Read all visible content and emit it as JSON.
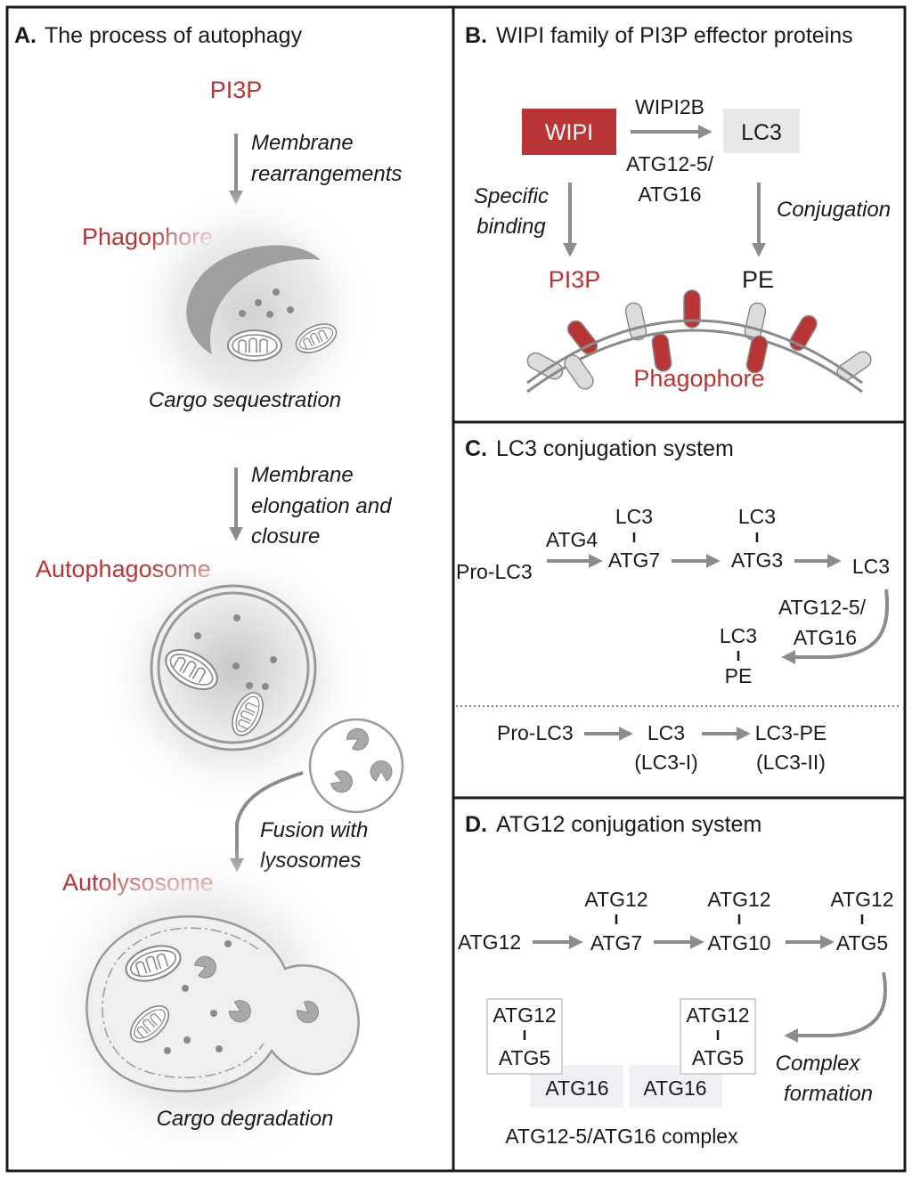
{
  "panel_a": {
    "letter": "A.",
    "title": "The process of autophagy",
    "pi3p": "PI3P",
    "step1": [
      "Membrane",
      "rearrangements"
    ],
    "phagophore": "Phagophore",
    "cargo_seq": "Cargo sequestration",
    "step2": [
      "Membrane",
      "elongation and",
      "closure"
    ],
    "autophagosome": "Autophagosome",
    "fusion": [
      "Fusion with",
      "lysosomes"
    ],
    "autolysosome": "Autolysosome",
    "cargo_deg": "Cargo degradation"
  },
  "panel_b": {
    "letter": "B.",
    "title": "WIPI family of PI3P effector proteins",
    "wipi": "WIPI",
    "lc3": "LC3",
    "wipi2b": "WIPI2B",
    "atg_label": [
      "ATG12-5/",
      "ATG16"
    ],
    "specific": [
      "Specific",
      "binding"
    ],
    "conjugation": "Conjugation",
    "pi3p": "PI3P",
    "pe": "PE",
    "phagophore": "Phagophore"
  },
  "panel_c": {
    "letter": "C.",
    "title": "LC3 conjugation system",
    "pro_lc3": "Pro-LC3",
    "atg4": "ATG4",
    "lc3_a": "LC3",
    "atg7": "ATG7",
    "lc3_b": "LC3",
    "atg3": "ATG3",
    "lc3_c": "LC3",
    "atg_label": [
      "ATG12-5/",
      "ATG16"
    ],
    "lc3_pe_top": "LC3",
    "lc3_pe_bot": "PE",
    "pro_lc3_2": "Pro-LC3",
    "lc3_2": "LC3",
    "lc3_i": "(LC3-I)",
    "lc3_pe": "LC3-PE",
    "lc3_ii": "(LC3-II)"
  },
  "panel_d": {
    "letter": "D.",
    "title": "ATG12 conjugation system",
    "atg12_start": "ATG12",
    "atg12_1": "ATG12",
    "atg7": "ATG7",
    "atg12_2": "ATG12",
    "atg10": "ATG10",
    "atg12_3": "ATG12",
    "atg5": "ATG5",
    "box1_top": "ATG12",
    "box1_bot": "ATG5",
    "box2_top": "ATG12",
    "box2_bot": "ATG5",
    "atg16_1": "ATG16",
    "atg16_2": "ATG16",
    "complex": [
      "Complex",
      "formation"
    ],
    "complex_label": "ATG12-5/ATG16 complex"
  },
  "colors": {
    "accent_red": "#b93535",
    "arrow_gray": "#8c8c8c",
    "lc3_box": "#e6e8ea"
  }
}
